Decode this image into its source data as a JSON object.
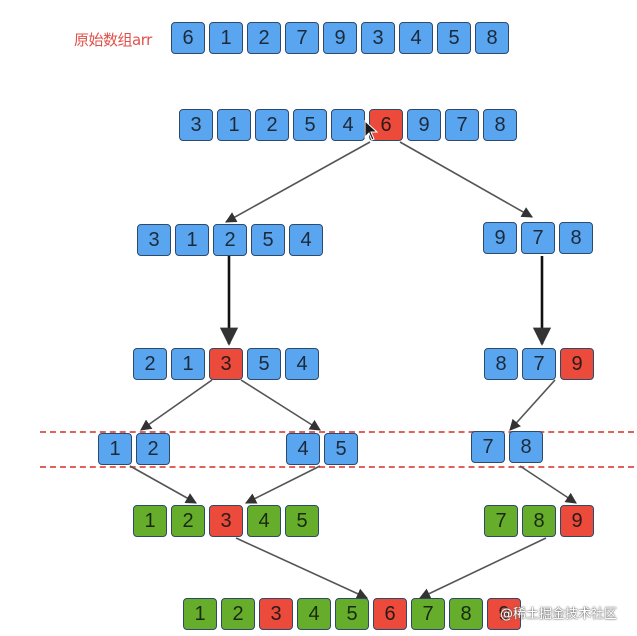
{
  "label": "原始数组arr",
  "watermark": "@稀土掘金技术社区",
  "colors": {
    "blue": "#5aa5f0",
    "red": "#ec4a3a",
    "green": "#66ad2b"
  },
  "rows": [
    {
      "id": "original",
      "values": [
        6,
        1,
        2,
        7,
        9,
        3,
        4,
        5,
        8
      ],
      "colors": [
        "blue",
        "blue",
        "blue",
        "blue",
        "blue",
        "blue",
        "blue",
        "blue",
        "blue"
      ]
    },
    {
      "id": "partition-1",
      "values": [
        3,
        1,
        2,
        5,
        4,
        6,
        9,
        7,
        8
      ],
      "colors": [
        "blue",
        "blue",
        "blue",
        "blue",
        "blue",
        "red",
        "blue",
        "blue",
        "blue"
      ]
    },
    {
      "id": "left-1",
      "values": [
        3,
        1,
        2,
        5,
        4
      ],
      "colors": [
        "blue",
        "blue",
        "blue",
        "blue",
        "blue"
      ]
    },
    {
      "id": "right-1",
      "values": [
        9,
        7,
        8
      ],
      "colors": [
        "blue",
        "blue",
        "blue"
      ]
    },
    {
      "id": "left-2",
      "values": [
        2,
        1,
        3,
        5,
        4
      ],
      "colors": [
        "blue",
        "blue",
        "red",
        "blue",
        "blue"
      ]
    },
    {
      "id": "right-2",
      "values": [
        8,
        7,
        9
      ],
      "colors": [
        "blue",
        "blue",
        "red"
      ]
    },
    {
      "id": "left-left",
      "values": [
        1,
        2
      ],
      "colors": [
        "blue",
        "blue"
      ]
    },
    {
      "id": "left-right",
      "values": [
        4,
        5
      ],
      "colors": [
        "blue",
        "blue"
      ]
    },
    {
      "id": "right-left",
      "values": [
        7,
        8
      ],
      "colors": [
        "blue",
        "blue"
      ]
    },
    {
      "id": "left-merged",
      "values": [
        1,
        2,
        3,
        4,
        5
      ],
      "colors": [
        "green",
        "green",
        "red",
        "green",
        "green"
      ]
    },
    {
      "id": "right-merged",
      "values": [
        7,
        8,
        9
      ],
      "colors": [
        "green",
        "green",
        "red"
      ]
    },
    {
      "id": "result",
      "values": [
        1,
        2,
        3,
        4,
        5,
        6,
        7,
        8,
        9
      ],
      "colors": [
        "green",
        "green",
        "red",
        "green",
        "green",
        "red",
        "green",
        "green",
        "red"
      ]
    }
  ]
}
